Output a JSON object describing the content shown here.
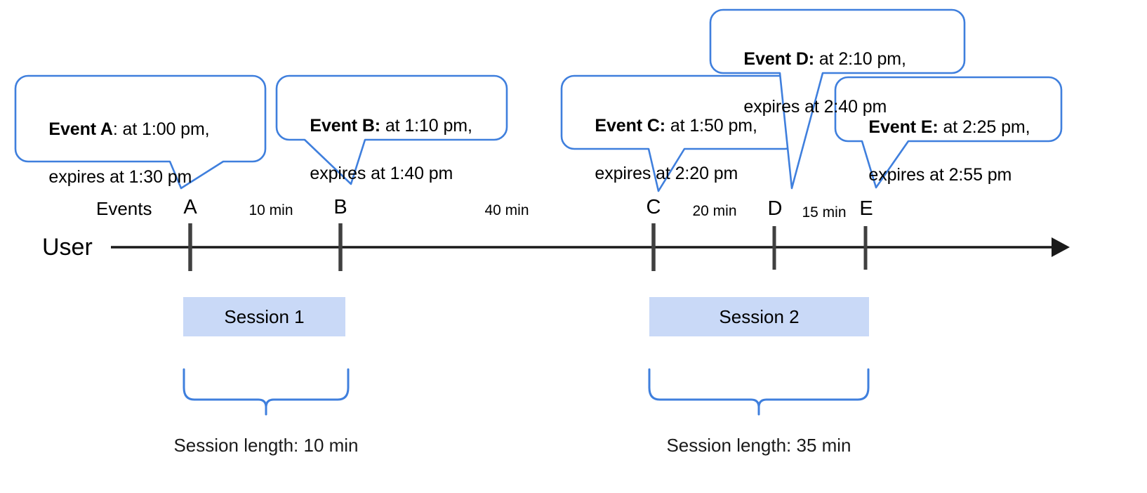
{
  "diagram": {
    "title": "User session timeline with events and expiry windows",
    "accent_color": "#4285f4",
    "session_fill_color": "#c9d9f7",
    "axis_color": "#1a1a1a",
    "tick_color": "#404040"
  },
  "axis": {
    "row_label": "User",
    "events_label": "Events",
    "arrow_direction": "right"
  },
  "events": [
    {
      "letter": "A",
      "bold_label": "Event A",
      "separator": ": ",
      "line1_rest": "at 1:00 pm,",
      "line2": "expires at 1:30 pm",
      "time": "1:00 pm",
      "expires": "1:30 pm"
    },
    {
      "letter": "B",
      "bold_label": "Event B:",
      "separator": " ",
      "line1_rest": "at 1:10 pm,",
      "line2": "expires at 1:40 pm",
      "time": "1:10 pm",
      "expires": "1:40 pm"
    },
    {
      "letter": "C",
      "bold_label": "Event C:",
      "separator": " ",
      "line1_rest": "at 1:50 pm,",
      "line2": "expires at 2:20 pm",
      "time": "1:50 pm",
      "expires": "2:20 pm"
    },
    {
      "letter": "D",
      "bold_label": "Event D:",
      "separator": " ",
      "line1_rest": "at 2:10 pm,",
      "line2": "expires at 2:40 pm",
      "time": "2:10 pm",
      "expires": "2:40 pm"
    },
    {
      "letter": "E",
      "bold_label": "Event E:",
      "separator": " ",
      "line1_rest": "at 2:25 pm,",
      "line2": "expires at 2:55 pm",
      "time": "2:25 pm",
      "expires": "2:55 pm"
    }
  ],
  "gaps": [
    {
      "label": "10 min",
      "between": "A-B"
    },
    {
      "label": "40 min",
      "between": "B-C"
    },
    {
      "label": "20 min",
      "between": "C-D"
    },
    {
      "label": "15 min",
      "between": "D-E"
    }
  ],
  "sessions": [
    {
      "name": "Session 1",
      "caption": "Session length: 10 min",
      "length": "10 min"
    },
    {
      "name": "Session 2",
      "caption": "Session length: 35 min",
      "length": "35 min"
    }
  ]
}
